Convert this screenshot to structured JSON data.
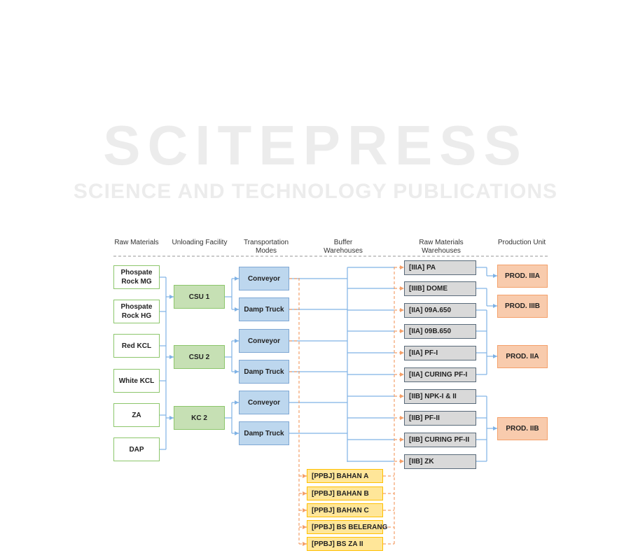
{
  "watermark": {
    "title": "SCITEPRESS",
    "subtitle": "SCIENCE AND TECHNOLOGY PUBLICATIONS"
  },
  "headers": [
    "Raw Materials",
    "Unloading Facility",
    "Transportation Modes",
    "Buffer Warehouses",
    "Raw Materials Warehouses",
    "Production Unit"
  ],
  "raw_materials": [
    "Phospate Rock MG",
    "Phospate Rock HG",
    "Red KCL",
    "White KCL",
    "ZA",
    "DAP"
  ],
  "unloading": [
    "CSU 1",
    "CSU 2",
    "KC 2"
  ],
  "transport": [
    "Conveyor",
    "Damp Truck",
    "Conveyor",
    "Damp Truck",
    "Conveyor",
    "Damp Truck"
  ],
  "rm_warehouses": [
    "[IIIA] PA",
    "[IIIB] DOME",
    "[IIA] 09A.650",
    "[IIA] 09B.650",
    "[IIA] PF-I",
    "[IIA] CURING PF-I",
    "[IIB] NPK-I & II",
    "[IIB] PF-II",
    "[IIB] CURING PF-II",
    "[IIB] ZK"
  ],
  "buffer": [
    "[PPBJ] BAHAN A",
    "[PPBJ] BAHAN B",
    "[PPBJ] BAHAN C",
    "[PPBJ] BS BELERANG",
    "[PPBJ] BS ZA II"
  ],
  "production": [
    "PROD. IIIA",
    "PROD. IIIB",
    "PROD. IIA",
    "PROD. IIB"
  ],
  "colors": {
    "blue_line": "#7fb2e5",
    "orange_line": "#f4a06a",
    "green": "#c6e0b4",
    "blue": "#bdd7ee",
    "gray": "#d9d9d9",
    "yellow": "#ffe699",
    "orange": "#f8cbad"
  }
}
